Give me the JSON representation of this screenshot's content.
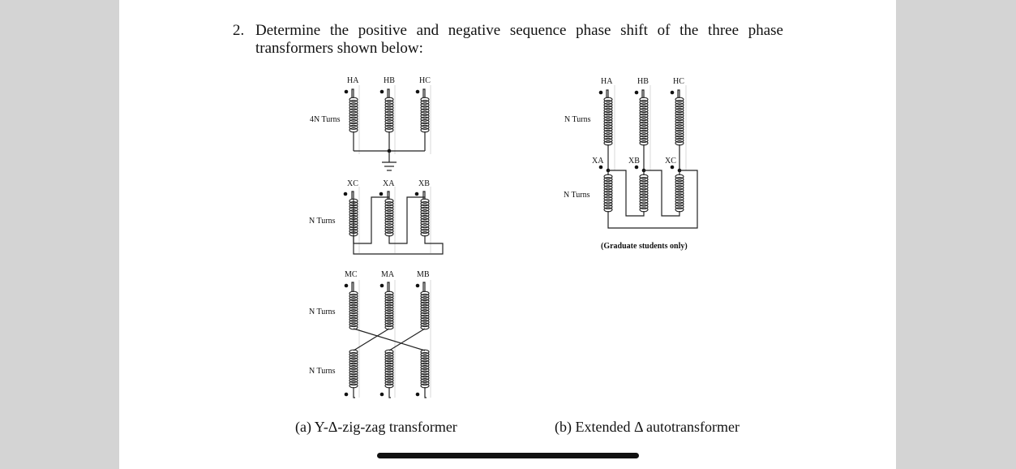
{
  "question": {
    "number": "2.",
    "line1": "Determine the positive and negative sequence phase shift of the three phase",
    "line2": "transformers shown below:"
  },
  "diagram_a": {
    "top_labels": [
      "HA",
      "HB",
      "HC"
    ],
    "top_turns": "4N Turns",
    "mid_labels": [
      "XC",
      "XA",
      "XB"
    ],
    "mid_turns": "N Turns",
    "bottom_labels": [
      "MC",
      "MA",
      "MB"
    ],
    "bottom_upper_turns": "N Turns",
    "bottom_lower_turns": "N Turns",
    "caption": "(a) Y-Δ-zig-zag transformer"
  },
  "diagram_b": {
    "top_labels": [
      "HA",
      "HB",
      "HC"
    ],
    "top_turns": "N Turns",
    "mid_labels": [
      "XA",
      "XB",
      "XC"
    ],
    "bottom_turns": "N Turns",
    "note": "(Graduate students only)",
    "caption": "(b) Extended Δ autotransformer"
  }
}
